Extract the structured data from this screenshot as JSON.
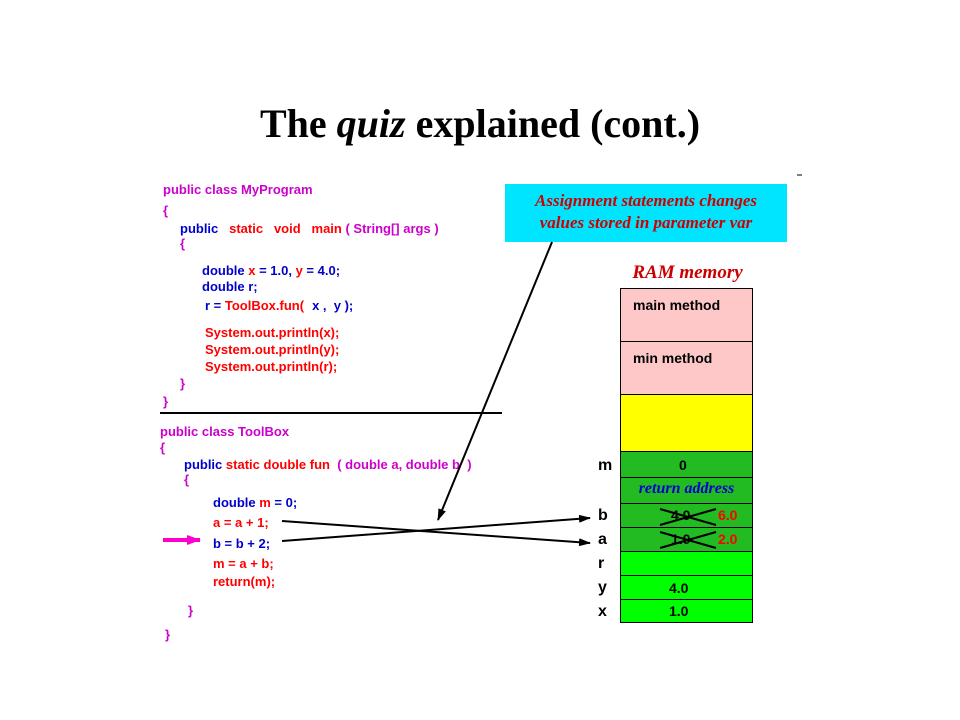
{
  "title": {
    "part1": "The ",
    "em": "quiz",
    "part2": " explained (cont.)"
  },
  "code_myprogram": {
    "l1": "public class MyProgram",
    "l2": "{",
    "l3_public": "public",
    "l3_static": "static",
    "l3_void": "void",
    "l3_main": "main",
    "l3_args": "( String[] args )",
    "l4": "{",
    "l5a": "double ",
    "l5b": "x",
    "l5c": " = 1.0, ",
    "l5d": "y",
    "l5e": " = 4.0;",
    "l6": "double r;",
    "l7a": "r = ",
    "l7b": "ToolBox.fun(",
    "l7c": "x ,  y",
    "l7d": " );",
    "l8": "System.out.println(x);",
    "l9": "System.out.println(y);",
    "l10": "System.out.println(r);",
    "l11": "}",
    "l12": "}"
  },
  "code_toolbox": {
    "l1": "public class ToolBox",
    "l2": "{",
    "l3_public": "public",
    "l3_static": "static",
    "l3_double": "double",
    "l3_fun": "fun",
    "l3_params": "( double a, double b",
    "l3_close": ")",
    "l4": "{",
    "l5a": "double ",
    "l5b": "m",
    "l5c": " = 0;",
    "l6": "a = a + 1;",
    "l7": "b = b + 2;",
    "l8": "m = a + b;",
    "l9": "return(m);",
    "l10": "}",
    "l11": "}"
  },
  "callout": {
    "line1": "Assignment statements changes",
    "line2": "values stored in parameter var"
  },
  "ram": {
    "title": "RAM memory",
    "main_method": "main method",
    "min_method": "min method",
    "labels": {
      "m": "m",
      "b": "b",
      "a": "a",
      "r": "r",
      "y": "y",
      "x": "x"
    },
    "m_value": "0",
    "return_address": "return address",
    "b_old": "4.0",
    "b_new": "6.0",
    "a_old": "1.0",
    "a_new": "2.0",
    "y_value": "4.0",
    "x_value": "1.0"
  },
  "colors": {
    "pink": "#ffc8c8",
    "yellow": "#ffff00",
    "dark_green": "#22bb22",
    "light_green": "#00ff00",
    "cyan": "#00e5ff",
    "magenta": "#cc00cc",
    "red": "#ff0000"
  }
}
